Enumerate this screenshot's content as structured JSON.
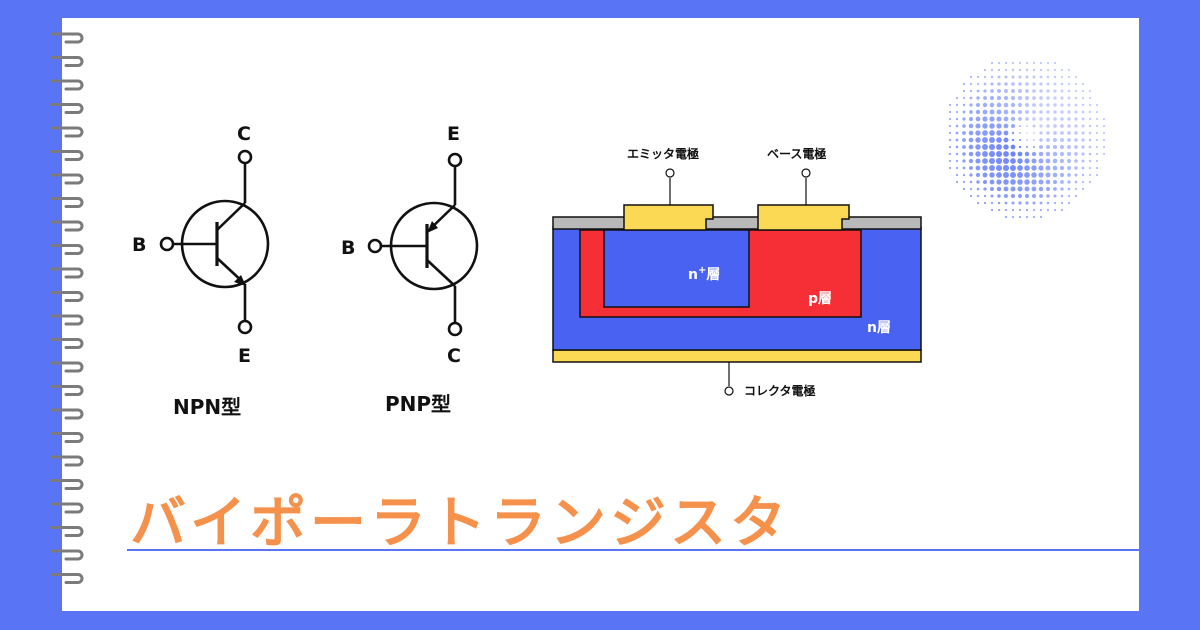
{
  "title": "バイポーラトランジスタ",
  "npn": {
    "caption": "NPN型",
    "label_c": "C",
    "label_b": "B",
    "label_e": "E"
  },
  "pnp": {
    "caption": "PNP型",
    "label_e": "E",
    "label_b": "B",
    "label_c": "C"
  },
  "cross_section": {
    "emitter_electrode": "エミッタ電極",
    "base_electrode": "ベース電極",
    "collector_electrode": "コレクタ電極",
    "n_plus_prefix": "n",
    "n_plus_sup": "+",
    "n_plus_suffix": "層",
    "p_layer": "p層",
    "n_layer": "n層"
  },
  "colors": {
    "background": "#5a74f6",
    "card": "#ffffff",
    "title": "#f5914b",
    "n_region": "#4a62f2",
    "p_region": "#f52f35",
    "electrode": "#fcd955",
    "oxide": "#b9b9b9"
  },
  "icons": [
    "spiral-binding-icon",
    "dot-circle-decoration-icon"
  ]
}
